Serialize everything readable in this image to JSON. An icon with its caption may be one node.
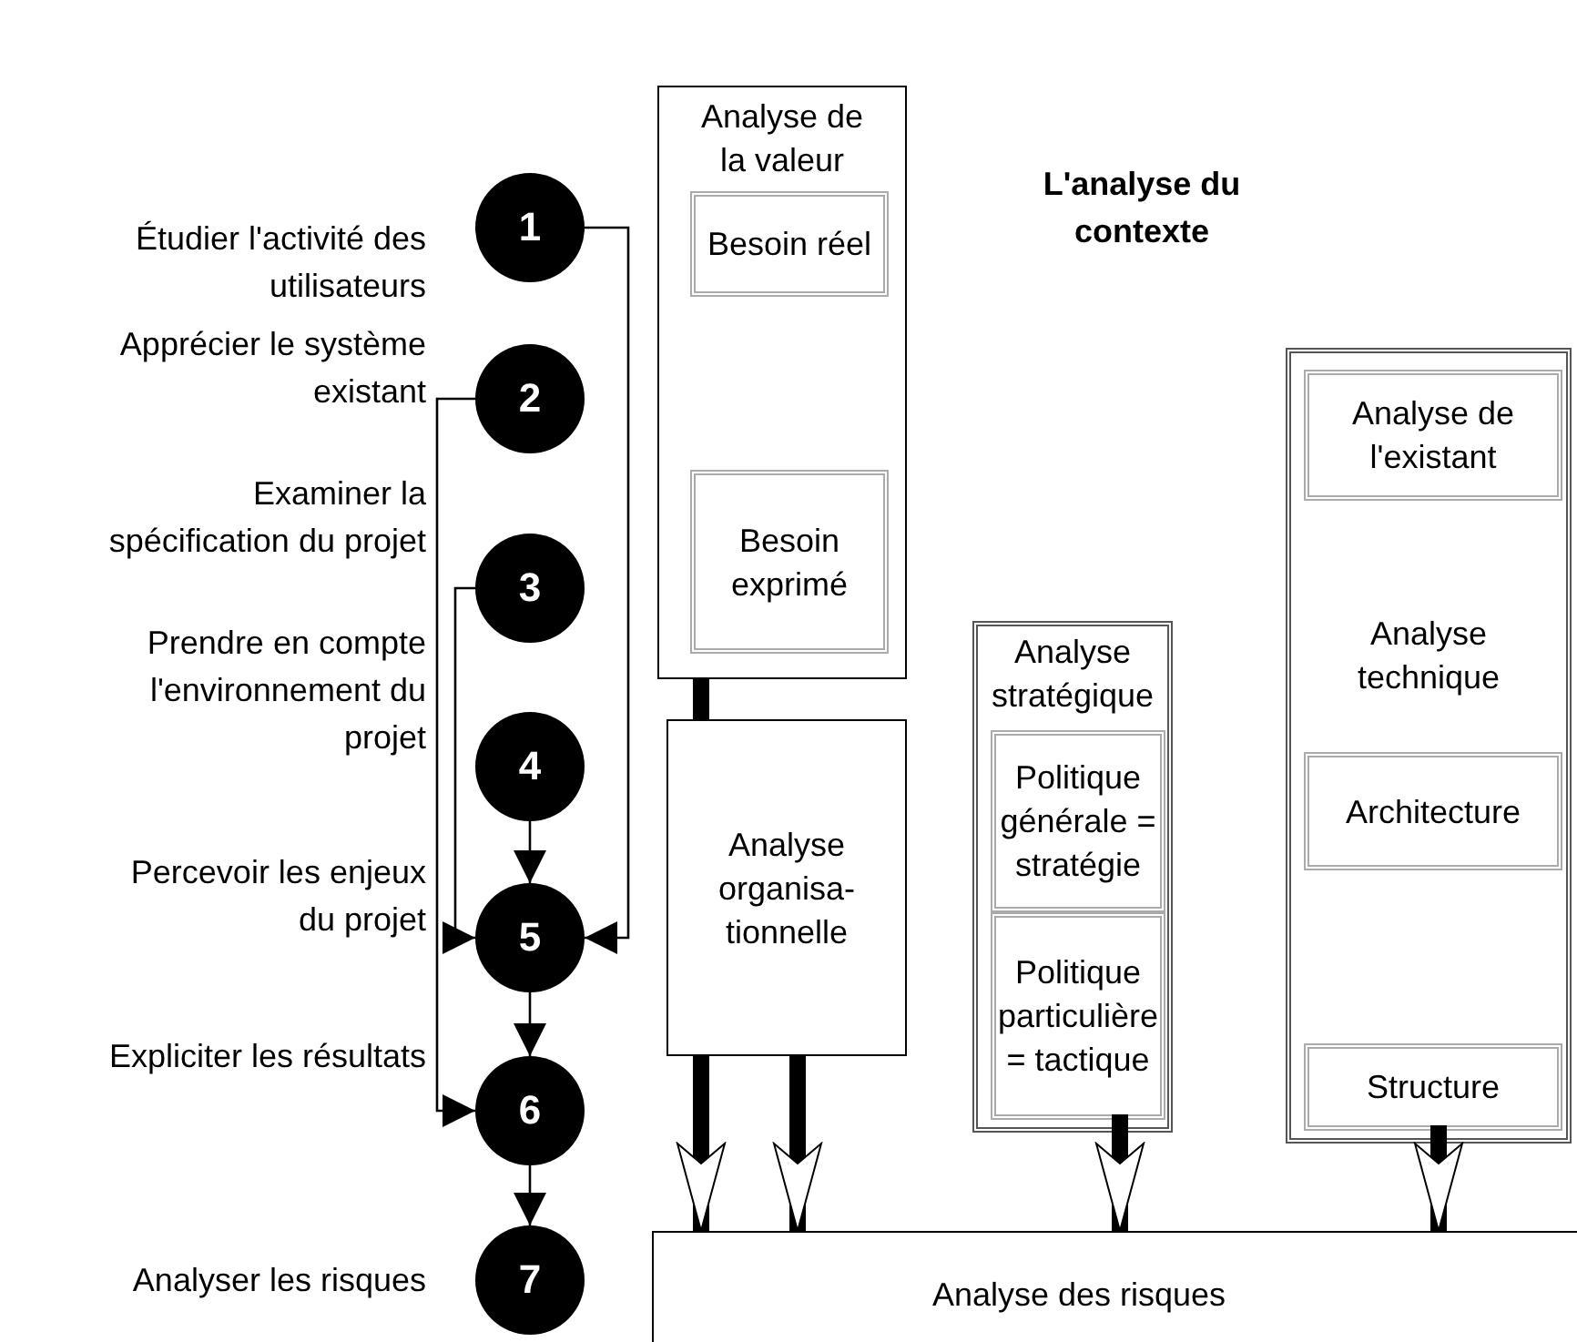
{
  "diagram": {
    "title": "L'analyse du contexte",
    "nodes": [
      {
        "text": [
          "1"
        ],
        "beside": [
          "Étudier l'activité des utilisateurs"
        ]
      },
      {
        "text": [
          "2"
        ],
        "beside": [
          "Apprécier le système existant"
        ]
      },
      {
        "text": [
          "3"
        ],
        "beside": [
          "Examiner la spécification du projet"
        ]
      },
      {
        "text": [
          "4"
        ],
        "beside": [
          "Prendre en compte l'environnement du projet"
        ]
      },
      {
        "text": [
          "5"
        ],
        "beside": [
          "Percevoir les enjeux du projet"
        ]
      },
      {
        "text": [
          "6"
        ],
        "beside": [
          "Expliciter les résultats"
        ]
      },
      {
        "text": [
          "7"
        ],
        "beside": [
          "Analyser les risques"
        ]
      },
      {
        "text": [
          "Analyse de la valeur"
        ]
      },
      {
        "text": [
          "Besoin réel"
        ],
        "in": 7
      },
      {
        "text": [
          "Besoin exprimé"
        ],
        "in": 7
      },
      {
        "text": [
          "Analyse organisa- tionnelle"
        ]
      },
      {
        "text": [
          "Analyse stratégique"
        ]
      },
      {
        "text": [
          "Politique générale = stratégie"
        ],
        "in": 11
      },
      {
        "text": [
          "Politique particulière = tactique"
        ],
        "in": 11
      },
      {
        "text": [
          "Analyse technique"
        ]
      },
      {
        "text": [
          "Analyse de l'existant"
        ],
        "in": 14
      },
      {
        "text": [
          "Architecture"
        ],
        "in": 14
      },
      {
        "text": [
          "Structure"
        ],
        "in": 14
      },
      {
        "text": [
          "Analyse des risques"
        ]
      }
    ],
    "edges": [
      {
        "from": 0,
        "to": 4,
        "arrow": "to"
      },
      {
        "from": 1,
        "to": 5,
        "arrow": "to"
      },
      {
        "from": 2,
        "to": 4,
        "arrow": "to"
      },
      {
        "from": 3,
        "to": 4,
        "arrow": "to"
      },
      {
        "from": 4,
        "to": 5,
        "arrow": "to"
      },
      {
        "from": 5,
        "to": 6,
        "arrow": "to"
      },
      {
        "from": 7,
        "to": 10,
        "arrow": "none",
        "style": "thick"
      },
      {
        "from": 10,
        "to": 18,
        "arrow": "to",
        "style": "thick"
      },
      {
        "from": 10,
        "to": 18,
        "arrow": "to",
        "style": "thick"
      },
      {
        "from": 13,
        "to": 18,
        "arrow": "to",
        "style": "thick"
      },
      {
        "from": 17,
        "to": 18,
        "arrow": "to",
        "style": "thick"
      }
    ]
  }
}
